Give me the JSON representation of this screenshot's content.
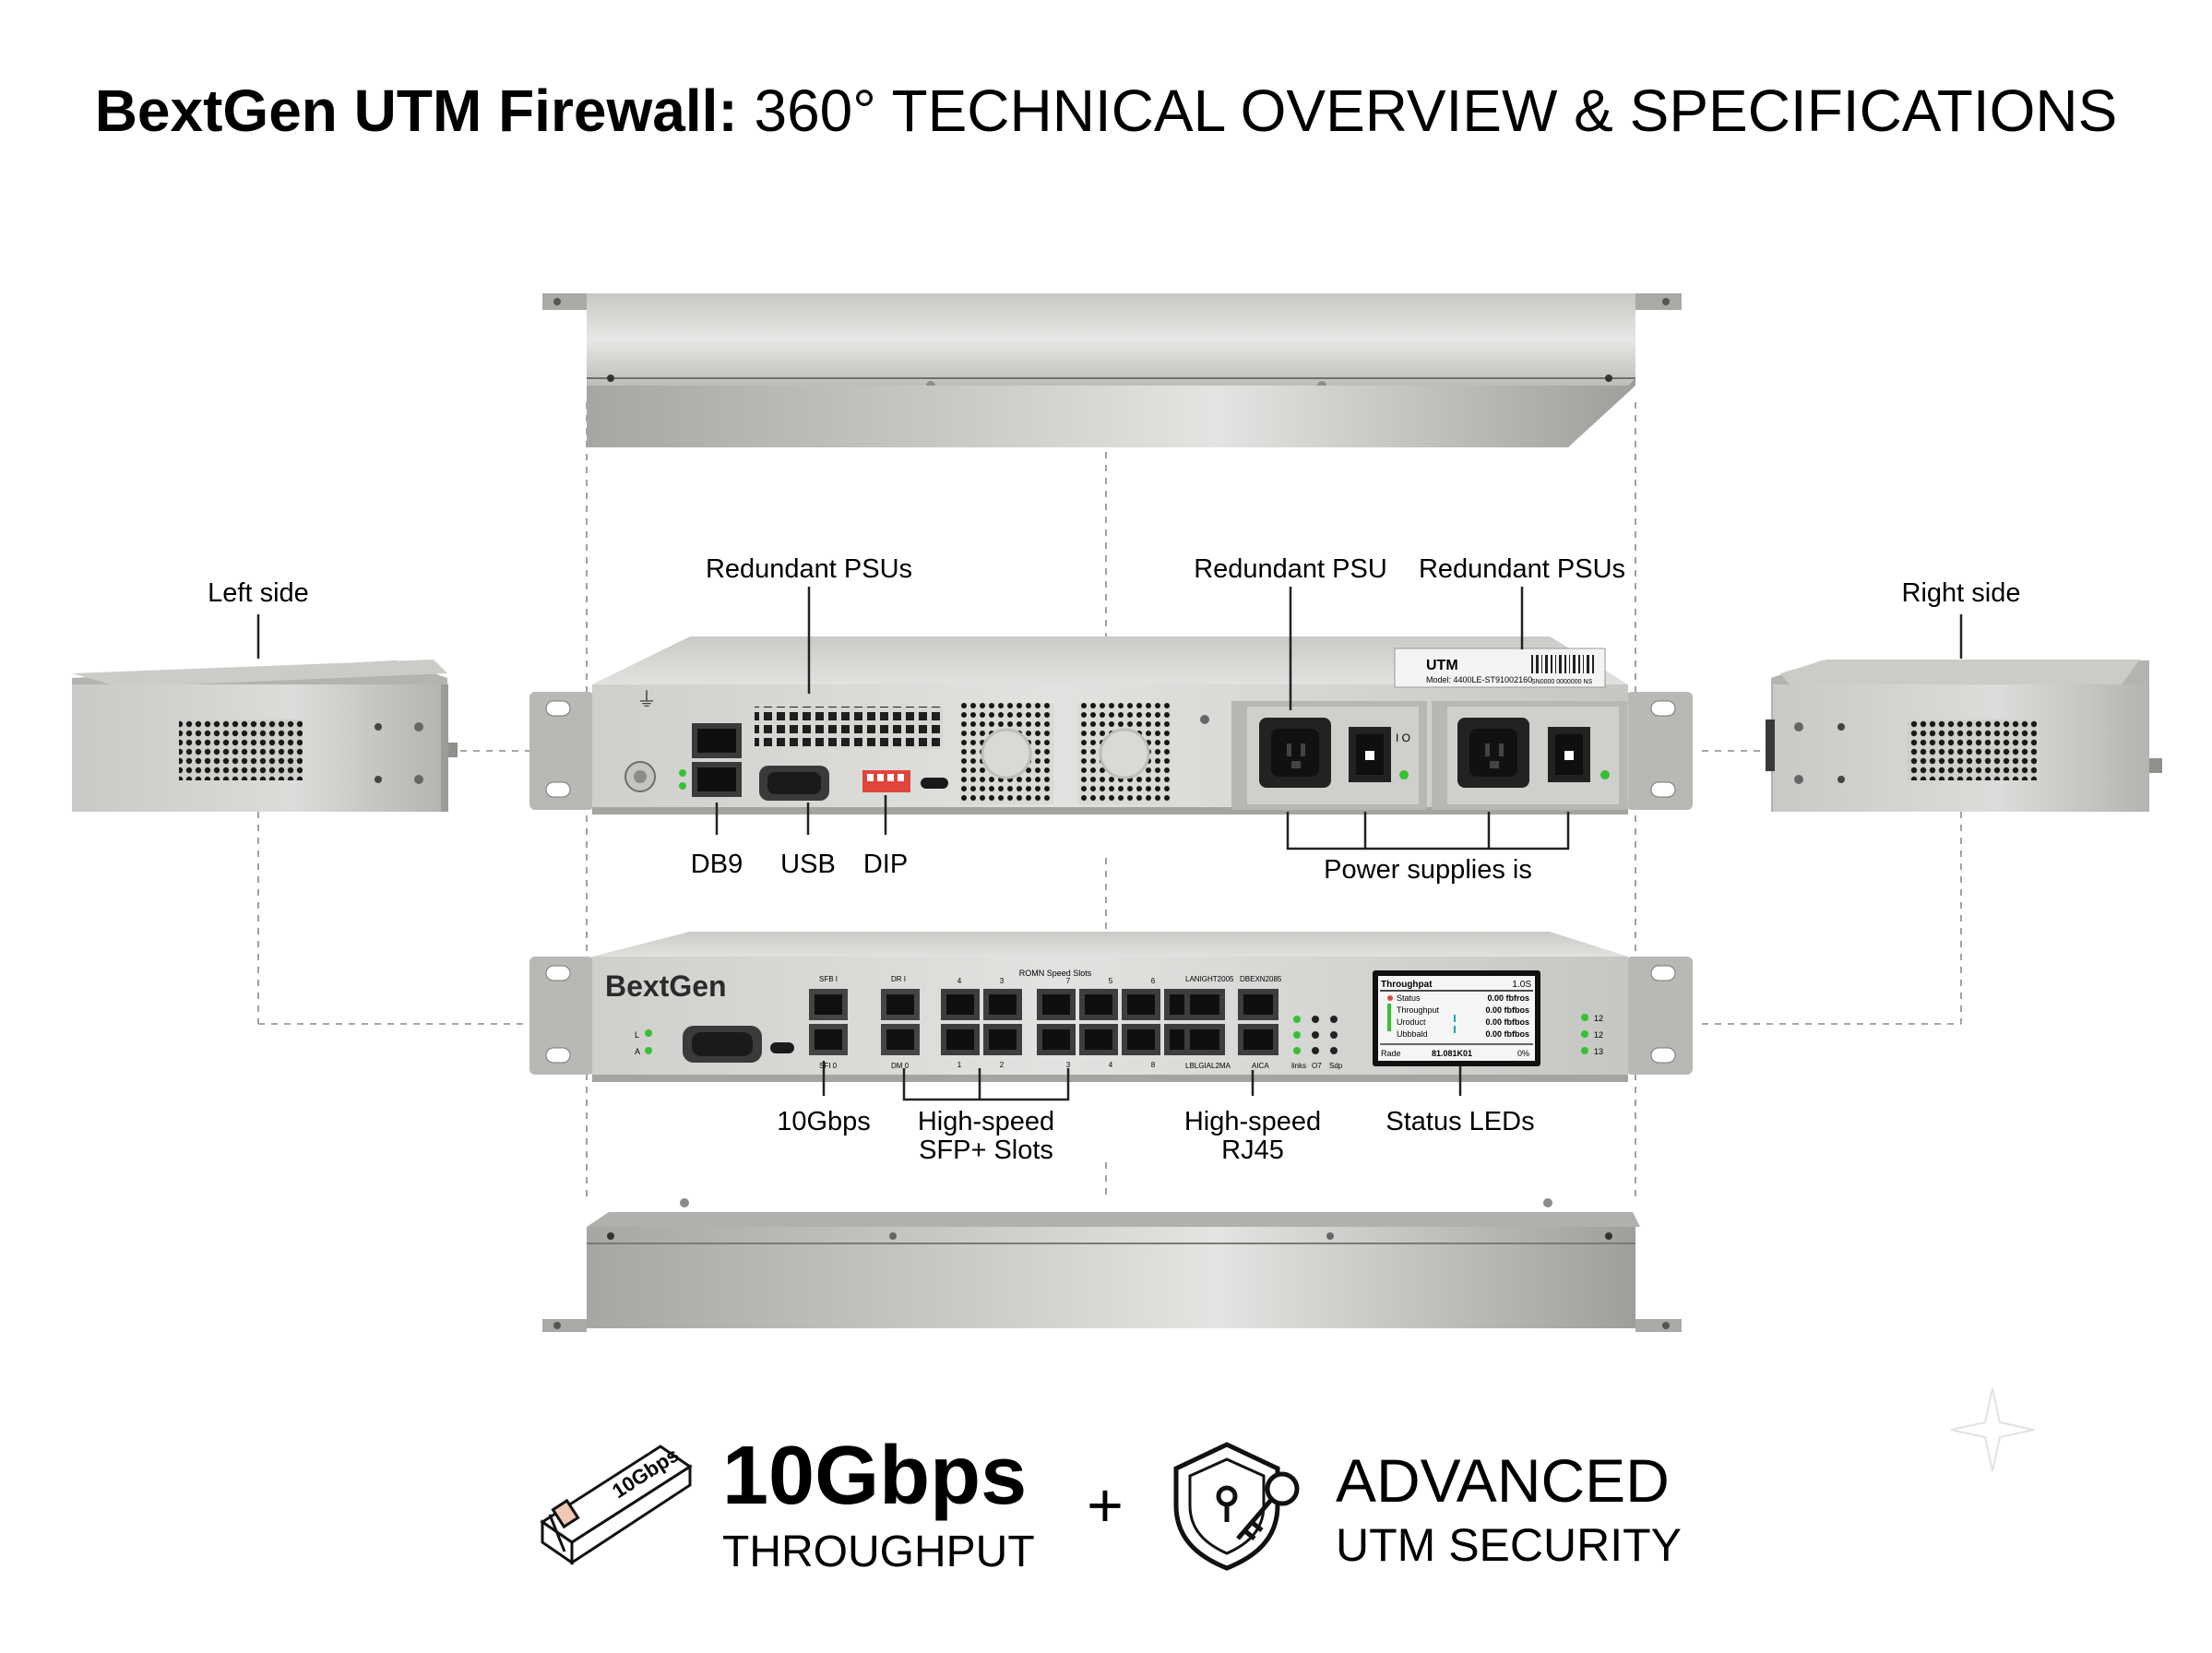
{
  "title": {
    "bold": "BextGen UTM Firewall:",
    "rest": " 360° TECHNICAL OVERVIEW & SPECIFICATIONS"
  },
  "callouts": {
    "left_side": "Left side",
    "right_side": "Right side",
    "redundant_psus_left": "Redundant PSUs",
    "redundant_psu": "Redundant PSU",
    "redundant_psus_right": "Redundant PSUs",
    "db9": "DB9",
    "usb": "USB",
    "dip": "DIP",
    "power_supplies": "Power supplies is",
    "tengbps": "10Gbps",
    "sfp_line1": "High-speed",
    "sfp_line2": "SFP+ Slots",
    "rj45_line1": "High-speed",
    "rj45_line2": "RJ45",
    "status_leds": "Status LEDs"
  },
  "rear_panel": {
    "label_brand": "UTM",
    "label_model": "Model: 4400LE-ST91002160",
    "label_serial": "SN0000 0000000 NS",
    "io_mark": "I O"
  },
  "front_panel": {
    "brand": "BextGen",
    "sfp_top_labels": [
      "SFB I",
      "DR I"
    ],
    "sfp_bottom_labels": [
      "SFI 0",
      "DM 0"
    ],
    "rj45_group_label": "ROMN Speed Slots",
    "rj45_top_numbers": [
      "4",
      "3",
      "7",
      "5",
      "6"
    ],
    "rj45_bottom_numbers": [
      "1",
      "2",
      "3",
      "4",
      "8"
    ],
    "uplink_top_labels": [
      "LANIGHT2005",
      "DBEXN2085"
    ],
    "uplink_bottom_labels": [
      "LBLGIAL2MA",
      "AICA"
    ],
    "led_labels": [
      "links",
      "O7",
      "Sdp"
    ],
    "status_led_labels": [
      "12",
      "12",
      "13"
    ],
    "left_led_labels": [
      "L",
      "A"
    ]
  },
  "lcd": {
    "title": "Throughpat",
    "title_value": "1.0S",
    "rows": [
      {
        "label": "Status",
        "value": "0.00 fbfros"
      },
      {
        "label": "Throughput",
        "value": "0.00 fbfbos"
      },
      {
        "label": "Uroduct",
        "value": "0.00 fbfbos"
      },
      {
        "label": "Ubbbald",
        "value": "0.00 fbfbos"
      }
    ],
    "footer_label": "Rade",
    "footer_value": "81.081K01",
    "footer_pct": "0%"
  },
  "features": {
    "sfp_module_text": "10Gbps",
    "throughput_value": "10Gbps",
    "throughput_label": "THROUGHPUT",
    "plus": "+",
    "security_line1": "ADVANCED",
    "security_line2": "UTM SECURITY"
  },
  "colors": {
    "metal_light": "#d9d9d7",
    "metal_mid": "#b9b9b6",
    "metal_dark": "#8e8e8b",
    "port_dark": "#1b1b1b",
    "led_green": "#35c135",
    "dip_red": "#e0453c"
  }
}
